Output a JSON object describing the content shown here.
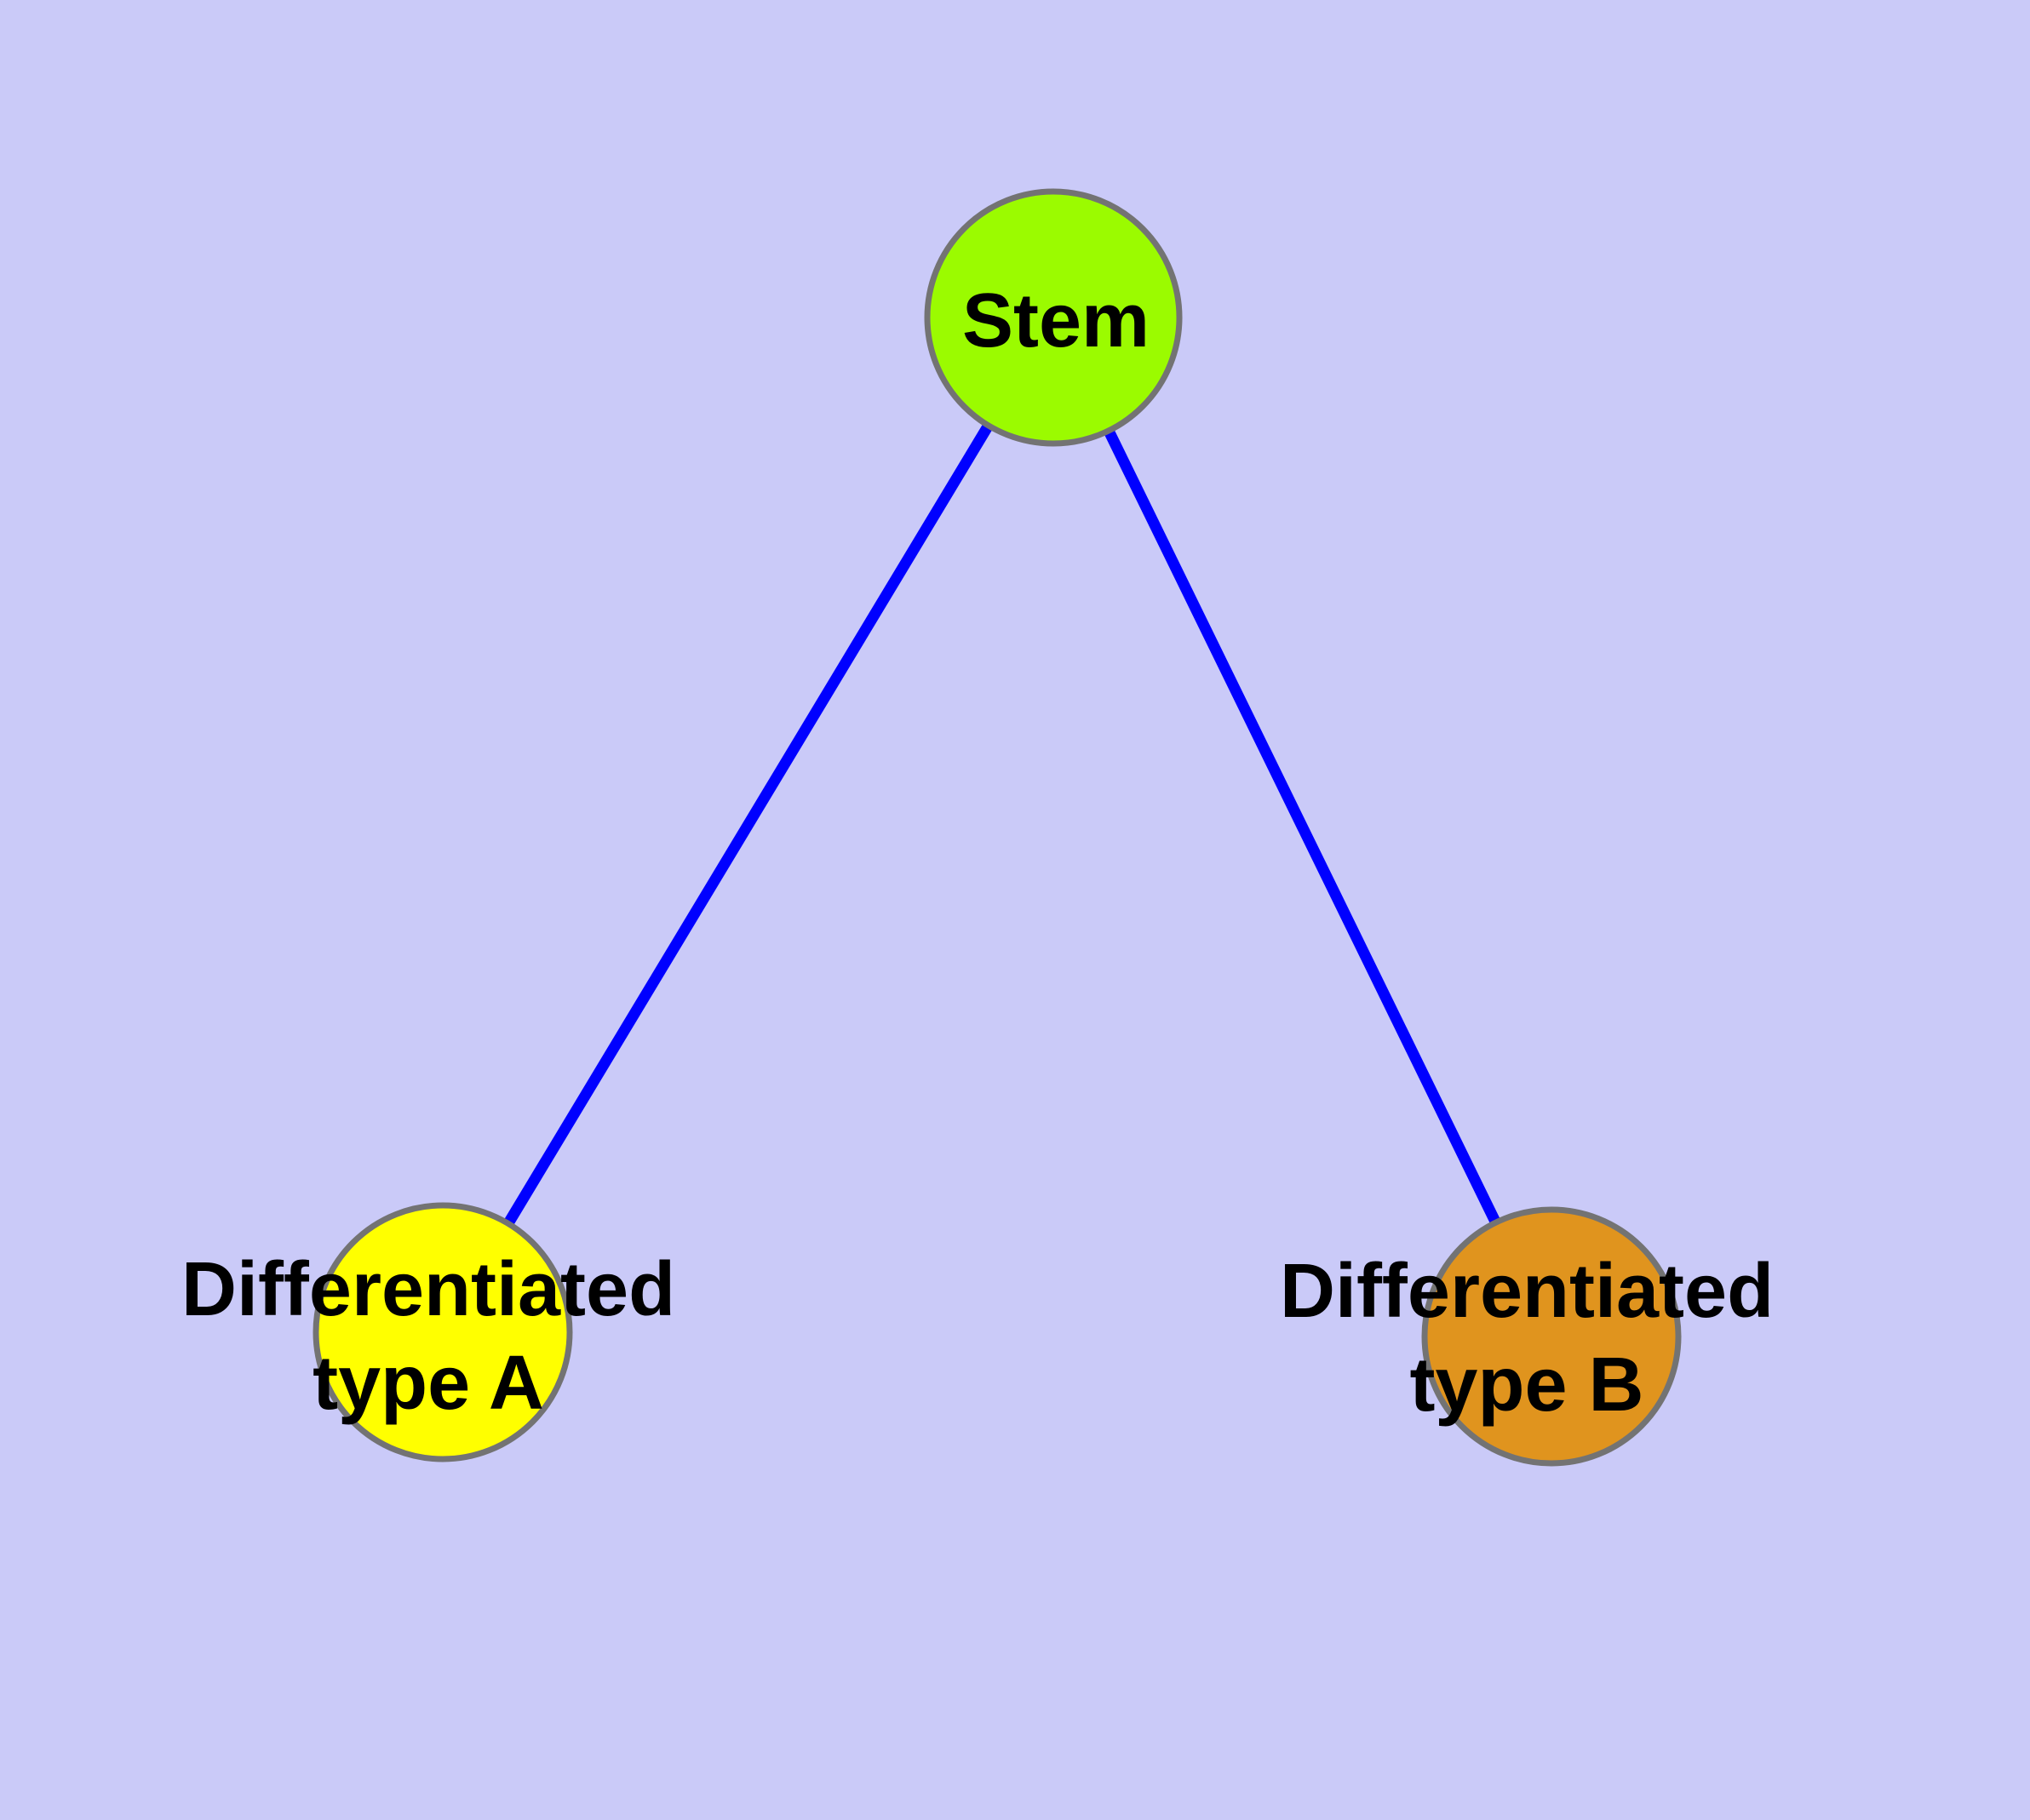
{
  "diagram": {
    "background_color": "#CACAF8",
    "edge_color": "#0000FF",
    "node_border_color": "#737373",
    "text_color": "#000000",
    "nodes": {
      "stem": {
        "label": "Stem",
        "color": "#9BFB00"
      },
      "type_a": {
        "label": "Differentiated type A",
        "label_line1": "Differentiated",
        "label_line2": "type A",
        "color": "#FFFF00"
      },
      "type_b": {
        "label": "Differentiated type B",
        "label_line1": "Differentiated",
        "label_line2": "type B",
        "color": "#E0941E"
      }
    },
    "edges": [
      {
        "from": "Stem",
        "to": "Differentiated type A"
      },
      {
        "from": "Stem",
        "to": "Differentiated type B"
      }
    ]
  }
}
